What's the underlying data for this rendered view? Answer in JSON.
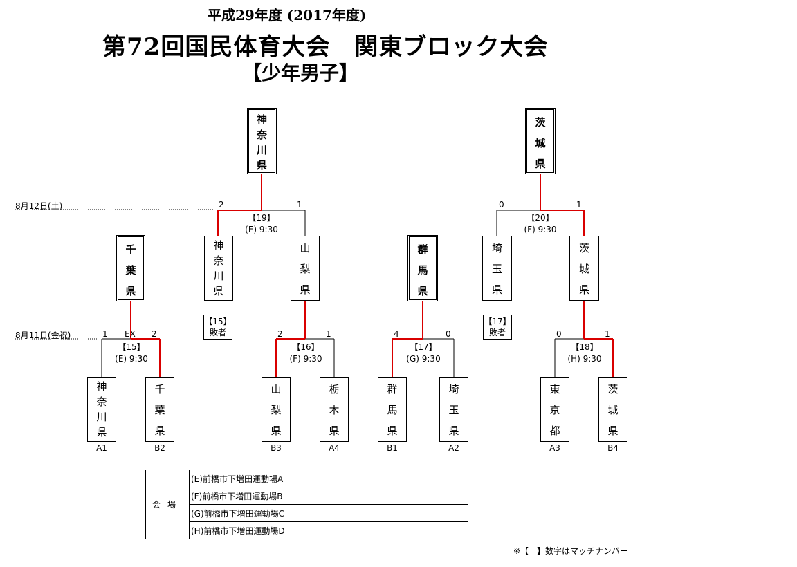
{
  "header": {
    "year": "平成29年度 (2017年度)",
    "event": "第72回国民体育大会　関東ブロック大会",
    "division": "【少年男子】"
  },
  "dates": {
    "day2": "8月12日(土)",
    "day1": "8月11日(金祝)"
  },
  "teams": {
    "champ_kanagawa": [
      "神",
      "奈",
      "川",
      "県"
    ],
    "champ_ibaraki": [
      "茨",
      "城",
      "県"
    ],
    "r2_chiba": [
      "千",
      "葉",
      "県"
    ],
    "r2_kanagawa": [
      "神",
      "奈",
      "川",
      "県"
    ],
    "r2_yamanashi": [
      "山",
      "梨",
      "県"
    ],
    "r2_gunma": [
      "群",
      "馬",
      "県"
    ],
    "r2_saitama": [
      "埼",
      "玉",
      "県"
    ],
    "r2_ibaraki": [
      "茨",
      "城",
      "県"
    ],
    "r1_kanagawa": [
      "神",
      "奈",
      "川",
      "県"
    ],
    "r1_chiba": [
      "千",
      "葉",
      "県"
    ],
    "r1_yamanashi": [
      "山",
      "梨",
      "県"
    ],
    "r1_tochigi": [
      "栃",
      "木",
      "県"
    ],
    "r1_gunma": [
      "群",
      "馬",
      "県"
    ],
    "r1_saitama": [
      "埼",
      "玉",
      "県"
    ],
    "r1_tokyo": [
      "東",
      "京",
      "都"
    ],
    "r1_ibaraki": [
      "茨",
      "城",
      "県"
    ]
  },
  "slots": {
    "a1": "A1",
    "b2": "B2",
    "b3": "B3",
    "a4": "A4",
    "b1": "B1",
    "a2": "A2",
    "a3": "A3",
    "b4": "B4"
  },
  "matches": {
    "m15": {
      "no": "【15】",
      "time": "(E) 9:30",
      "left": "1",
      "right": "2",
      "ex": "EX"
    },
    "m16": {
      "no": "【16】",
      "time": "(F) 9:30",
      "left": "2",
      "right": "1"
    },
    "m17": {
      "no": "【17】",
      "time": "(G) 9:30",
      "left": "4",
      "right": "0"
    },
    "m18": {
      "no": "【18】",
      "time": "(H) 9:30",
      "left": "0",
      "right": "1"
    },
    "m19": {
      "no": "【19】",
      "time": "(E) 9:30",
      "left": "2",
      "right": "1"
    },
    "m20": {
      "no": "【20】",
      "time": "(F) 9:30",
      "left": "0",
      "right": "1"
    }
  },
  "losers": {
    "l15": {
      "no": "【15】",
      "label": "敗者"
    },
    "l17": {
      "no": "【17】",
      "label": "敗者"
    }
  },
  "venues": {
    "head": "会場",
    "list": [
      "(E)前橋市下増田運動場A",
      "(F)前橋市下増田運動場B",
      "(G)前橋市下増田運動場C",
      "(H)前橋市下増田運動場D"
    ]
  },
  "note": "※【　】数字はマッチナンバー",
  "colors": {
    "win_line": "#d90000",
    "line": "#000000"
  }
}
